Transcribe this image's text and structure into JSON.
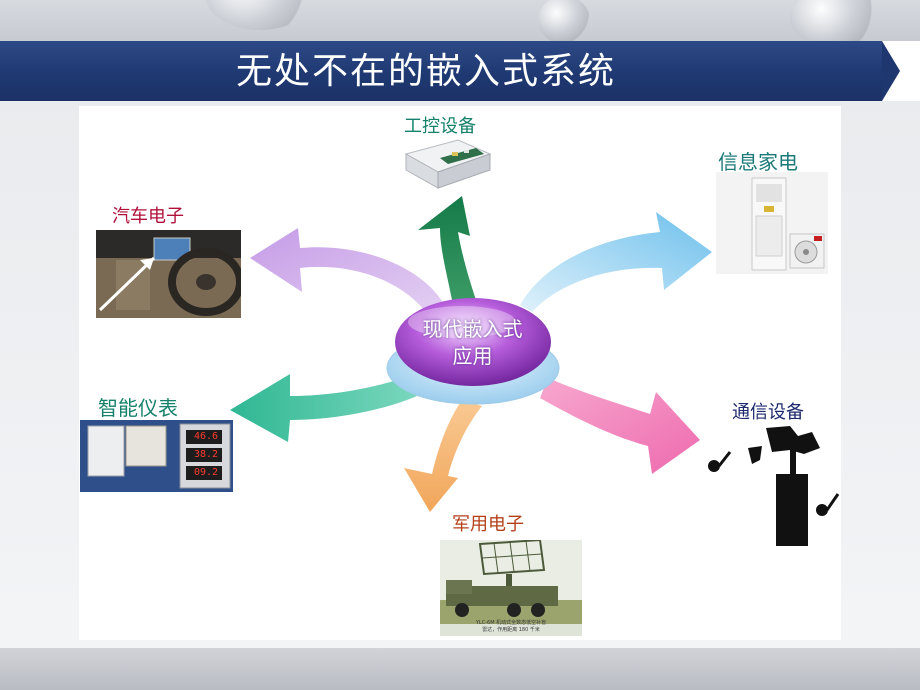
{
  "slide": {
    "title": "无处不在的嵌入式系统"
  },
  "hub": {
    "line1": "现代嵌入式",
    "line2": "应用"
  },
  "nodes": {
    "industrial": "工控设备",
    "appliance": "信息家电",
    "automotive": "汽车电子",
    "instrument": "智能仪表",
    "communication": "通信设备",
    "military": "军用电子"
  },
  "colors": {
    "title_bar": "#203a74",
    "arrow_purple": "#c9a2e6",
    "arrow_green_dark": "#1e8a55",
    "arrow_blue": "#7ec7ee",
    "arrow_teal": "#3bbf9c",
    "arrow_pink": "#f07ab6",
    "arrow_orange": "#f4b06a"
  },
  "meter_readings": [
    "46.6",
    "38.2",
    "09.2"
  ],
  "radar_caption": {
    "line1": "YLC-6M 机动式全数态低空补盲",
    "line2": "雷达，作用距离 180 千米"
  }
}
